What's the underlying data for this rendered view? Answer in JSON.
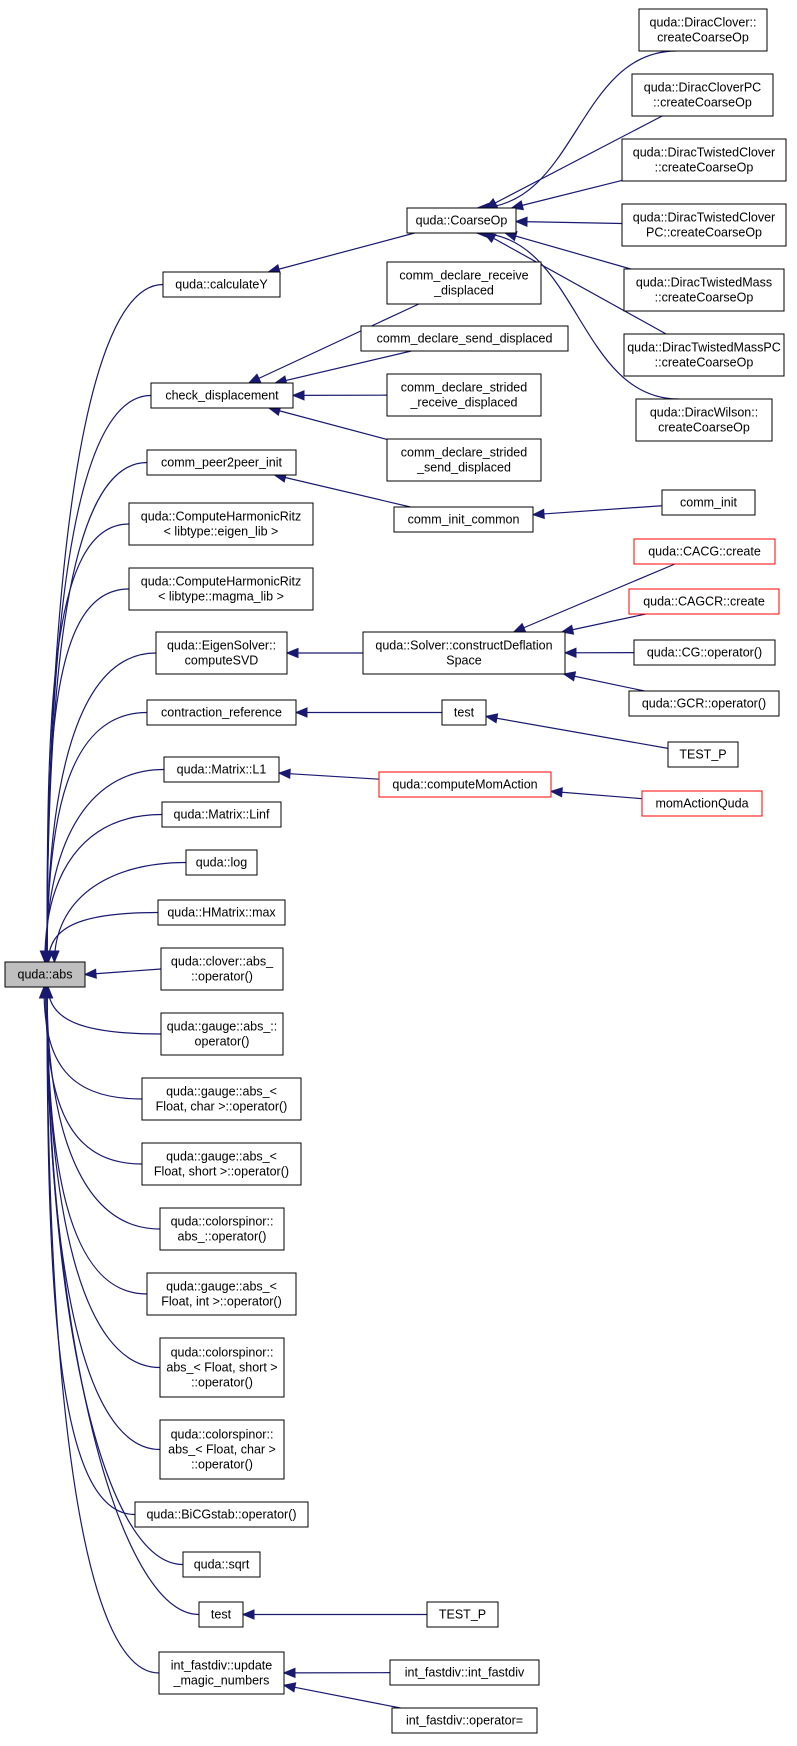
{
  "graph": {
    "root": "n_abs",
    "nodes": [
      {
        "id": "n_abs",
        "lines": [
          "quda::abs"
        ],
        "style": "root"
      },
      {
        "id": "n_calcY",
        "lines": [
          "quda::calculateY"
        ]
      },
      {
        "id": "n_coarseop",
        "lines": [
          "quda::CoarseOp"
        ]
      },
      {
        "id": "n_dc",
        "lines": [
          "quda::DiracClover::",
          "createCoarseOp"
        ]
      },
      {
        "id": "n_dcpc",
        "lines": [
          "quda::DiracCloverPC",
          "::createCoarseOp"
        ]
      },
      {
        "id": "n_dtc",
        "lines": [
          "quda::DiracTwistedClover",
          "::createCoarseOp"
        ]
      },
      {
        "id": "n_dtcpc",
        "lines": [
          "quda::DiracTwistedClover",
          "PC::createCoarseOp"
        ]
      },
      {
        "id": "n_dtm",
        "lines": [
          "quda::DiracTwistedMass",
          "::createCoarseOp"
        ]
      },
      {
        "id": "n_dtmpc",
        "lines": [
          "quda::DiracTwistedMassPC",
          "::createCoarseOp"
        ]
      },
      {
        "id": "n_dw",
        "lines": [
          "quda::DiracWilson::",
          "createCoarseOp"
        ]
      },
      {
        "id": "n_checkdisp",
        "lines": [
          "check_displacement"
        ]
      },
      {
        "id": "n_cdrd",
        "lines": [
          "comm_declare_receive",
          "_displaced"
        ]
      },
      {
        "id": "n_cdsd",
        "lines": [
          "comm_declare_send_displaced"
        ]
      },
      {
        "id": "n_cdsrd",
        "lines": [
          "comm_declare_strided",
          "_receive_displaced"
        ]
      },
      {
        "id": "n_cdssd",
        "lines": [
          "comm_declare_strided",
          "_send_displaced"
        ]
      },
      {
        "id": "n_p2p",
        "lines": [
          "comm_peer2peer_init"
        ]
      },
      {
        "id": "n_cic",
        "lines": [
          "comm_init_common"
        ]
      },
      {
        "id": "n_ci",
        "lines": [
          "comm_init"
        ]
      },
      {
        "id": "n_chr_eigen",
        "lines": [
          "quda::ComputeHarmonicRitz",
          "< libtype::eigen_lib >"
        ]
      },
      {
        "id": "n_chr_magma",
        "lines": [
          "quda::ComputeHarmonicRitz",
          "< libtype::magma_lib >"
        ]
      },
      {
        "id": "n_eigsvd",
        "lines": [
          "quda::EigenSolver::",
          "computeSVD"
        ]
      },
      {
        "id": "n_solver",
        "lines": [
          "quda::Solver::constructDeflation",
          "Space"
        ]
      },
      {
        "id": "n_cacg",
        "lines": [
          "quda::CACG::create"
        ],
        "style": "red"
      },
      {
        "id": "n_cagcr",
        "lines": [
          "quda::CAGCR::create"
        ],
        "style": "red"
      },
      {
        "id": "n_cg",
        "lines": [
          "quda::CG::operator()"
        ]
      },
      {
        "id": "n_gcr",
        "lines": [
          "quda::GCR::operator()"
        ]
      },
      {
        "id": "n_contref",
        "lines": [
          "contraction_reference"
        ]
      },
      {
        "id": "n_test1",
        "lines": [
          "test"
        ]
      },
      {
        "id": "n_testp1",
        "lines": [
          "TEST_P"
        ]
      },
      {
        "id": "n_l1",
        "lines": [
          "quda::Matrix::L1"
        ]
      },
      {
        "id": "n_cma",
        "lines": [
          "quda::computeMomAction"
        ],
        "style": "red"
      },
      {
        "id": "n_maq",
        "lines": [
          "momActionQuda"
        ],
        "style": "red"
      },
      {
        "id": "n_linf",
        "lines": [
          "quda::Matrix::Linf"
        ]
      },
      {
        "id": "n_log",
        "lines": [
          "quda::log"
        ]
      },
      {
        "id": "n_hmax",
        "lines": [
          "quda::HMatrix::max"
        ]
      },
      {
        "id": "n_clover",
        "lines": [
          "quda::clover::abs_",
          "::operator()"
        ]
      },
      {
        "id": "n_gauge",
        "lines": [
          "quda::gauge::abs_::",
          "operator()"
        ]
      },
      {
        "id": "n_gauge_char",
        "lines": [
          "quda::gauge::abs_<",
          "Float, char >::operator()"
        ]
      },
      {
        "id": "n_gauge_short",
        "lines": [
          "quda::gauge::abs_<",
          "Float, short >::operator()"
        ]
      },
      {
        "id": "n_cs",
        "lines": [
          "quda::colorspinor::",
          "abs_::operator()"
        ]
      },
      {
        "id": "n_gauge_int",
        "lines": [
          "quda::gauge::abs_<",
          "Float, int >::operator()"
        ]
      },
      {
        "id": "n_cs_short",
        "lines": [
          "quda::colorspinor::",
          "abs_< Float, short >",
          "::operator()"
        ]
      },
      {
        "id": "n_cs_char",
        "lines": [
          "quda::colorspinor::",
          "abs_< Float, char >",
          "::operator()"
        ]
      },
      {
        "id": "n_bicg",
        "lines": [
          "quda::BiCGstab::operator()"
        ]
      },
      {
        "id": "n_sqrt",
        "lines": [
          "quda::sqrt"
        ]
      },
      {
        "id": "n_test2",
        "lines": [
          "test"
        ]
      },
      {
        "id": "n_testp2",
        "lines": [
          "TEST_P"
        ]
      },
      {
        "id": "n_ifd_umn",
        "lines": [
          "int_fastdiv::update",
          "_magic_numbers"
        ]
      },
      {
        "id": "n_ifd",
        "lines": [
          "int_fastdiv::int_fastdiv"
        ]
      },
      {
        "id": "n_ifd_op",
        "lines": [
          "int_fastdiv::operator="
        ]
      }
    ],
    "edges": [
      [
        "n_calcY",
        "n_abs"
      ],
      [
        "n_checkdisp",
        "n_abs"
      ],
      [
        "n_p2p",
        "n_abs"
      ],
      [
        "n_chr_eigen",
        "n_abs"
      ],
      [
        "n_chr_magma",
        "n_abs"
      ],
      [
        "n_eigsvd",
        "n_abs"
      ],
      [
        "n_contref",
        "n_abs"
      ],
      [
        "n_l1",
        "n_abs"
      ],
      [
        "n_linf",
        "n_abs"
      ],
      [
        "n_log",
        "n_abs"
      ],
      [
        "n_hmax",
        "n_abs"
      ],
      [
        "n_clover",
        "n_abs"
      ],
      [
        "n_gauge",
        "n_abs"
      ],
      [
        "n_gauge_char",
        "n_abs"
      ],
      [
        "n_gauge_short",
        "n_abs"
      ],
      [
        "n_cs",
        "n_abs"
      ],
      [
        "n_gauge_int",
        "n_abs"
      ],
      [
        "n_cs_short",
        "n_abs"
      ],
      [
        "n_cs_char",
        "n_abs"
      ],
      [
        "n_bicg",
        "n_abs"
      ],
      [
        "n_sqrt",
        "n_abs"
      ],
      [
        "n_test2",
        "n_abs"
      ],
      [
        "n_ifd_umn",
        "n_abs"
      ],
      [
        "n_coarseop",
        "n_calcY"
      ],
      [
        "n_dc",
        "n_coarseop"
      ],
      [
        "n_dcpc",
        "n_coarseop"
      ],
      [
        "n_dtc",
        "n_coarseop"
      ],
      [
        "n_dtcpc",
        "n_coarseop"
      ],
      [
        "n_dtm",
        "n_coarseop"
      ],
      [
        "n_dtmpc",
        "n_coarseop"
      ],
      [
        "n_dw",
        "n_coarseop"
      ],
      [
        "n_cdrd",
        "n_checkdisp"
      ],
      [
        "n_cdsd",
        "n_checkdisp"
      ],
      [
        "n_cdsrd",
        "n_checkdisp"
      ],
      [
        "n_cdssd",
        "n_checkdisp"
      ],
      [
        "n_cic",
        "n_p2p"
      ],
      [
        "n_ci",
        "n_cic"
      ],
      [
        "n_solver",
        "n_eigsvd"
      ],
      [
        "n_cacg",
        "n_solver"
      ],
      [
        "n_cagcr",
        "n_solver"
      ],
      [
        "n_cg",
        "n_solver"
      ],
      [
        "n_gcr",
        "n_solver"
      ],
      [
        "n_test1",
        "n_contref"
      ],
      [
        "n_testp1",
        "n_test1"
      ],
      [
        "n_cma",
        "n_l1"
      ],
      [
        "n_maq",
        "n_cma"
      ],
      [
        "n_testp2",
        "n_test2"
      ],
      [
        "n_ifd",
        "n_ifd_umn"
      ],
      [
        "n_ifd_op",
        "n_ifd_umn"
      ]
    ],
    "colors": {
      "edge": "#191970",
      "node_border": "#000000",
      "root_fill": "#bfbfbf",
      "highlight_border": "#ff0000"
    }
  }
}
